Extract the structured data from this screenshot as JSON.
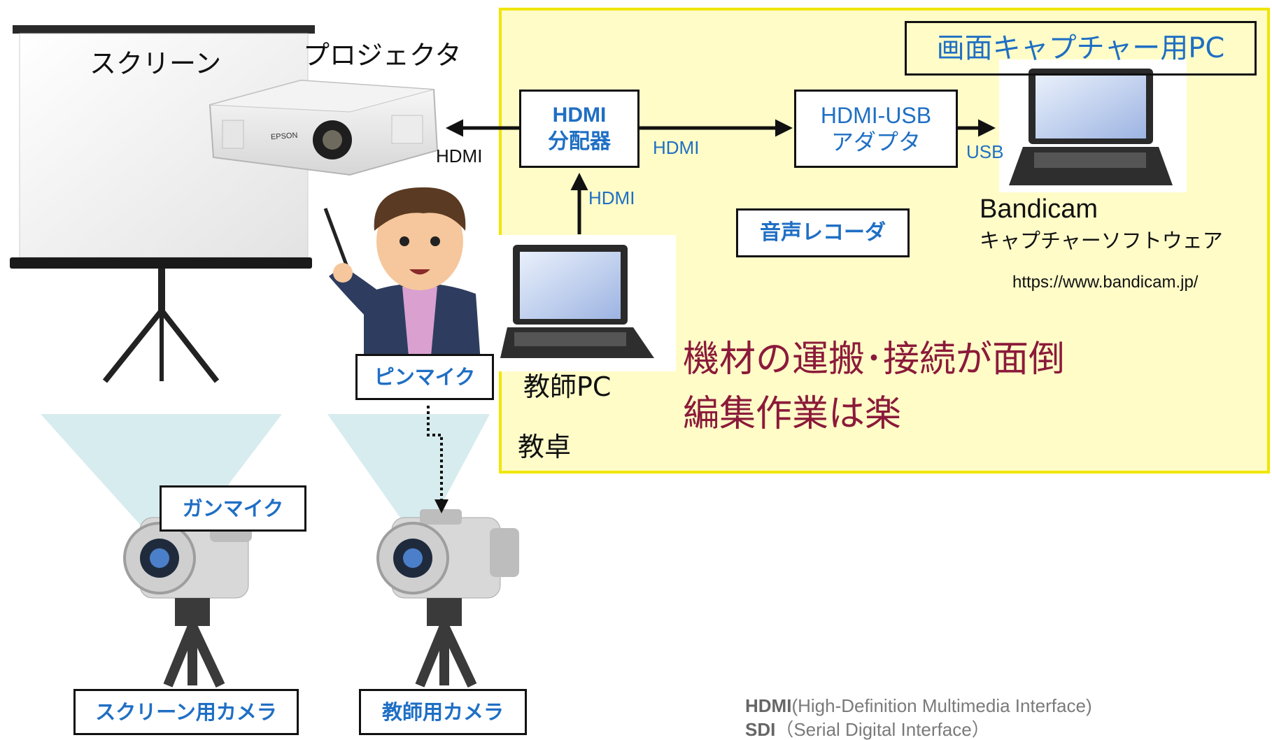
{
  "labels": {
    "screen": "スクリーン",
    "projector": "プロジェクタ",
    "epson": "EPSON",
    "hdmi_to_projector": "HDMI",
    "splitter_line1": "HDMI",
    "splitter_line2": "分配器",
    "hdmi_split_to_adapter": "HDMI",
    "adapter_line1": "HDMI-USB",
    "adapter_line2": "アダプタ",
    "usb": "USB",
    "capture_pc": "画面キャプチャー用PC",
    "hdmi_up": "HDMI",
    "audio_recorder": "音声レコーダ",
    "bandicam": "Bandicam",
    "capture_software": "キャプチャーソフトウェア",
    "bandicam_url": "https://www.bandicam.jp/",
    "pin_mic": "ピンマイク",
    "teacher_pc": "教師PC",
    "desk": "教卓",
    "note_line1": "機材の運搬･接続が面倒",
    "note_line2": "編集作業は楽",
    "gun_mic": "ガンマイク",
    "screen_camera": "スクリーン用カメラ",
    "teacher_camera": "教師用カメラ"
  },
  "footnotes": {
    "hdmi_abbr": "HDMI",
    "hdmi_full": "(High-Definition Multimedia Interface)",
    "sdi_abbr": "SDI",
    "sdi_full": "（Serial Digital Interface）"
  },
  "colors": {
    "desk_fill": "#fffcc8",
    "desk_border": "#f0e600",
    "label_blue": "#1f6fc4",
    "note_maroon": "#8b1a3a",
    "footnote_gray": "#7a7a7a"
  }
}
